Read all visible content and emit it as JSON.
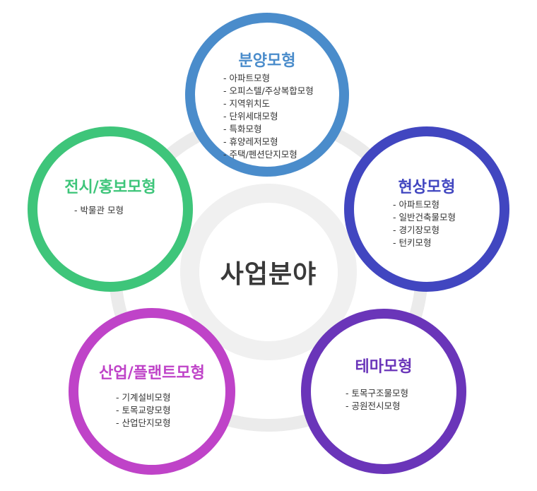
{
  "center": {
    "label": "사업분야"
  },
  "nodes": [
    {
      "id": "bunyang",
      "title": "분양모형",
      "color": "#4a8ccb",
      "items": [
        "아파트모형",
        "오피스텔/주상복합모형",
        "지역위치도",
        "단위세대모형",
        "특화모형",
        "휴양레저모형",
        "주택/펜션단지모형"
      ]
    },
    {
      "id": "hyeonsang",
      "title": "현상모형",
      "color": "#4146c0",
      "items": [
        "아파트모형",
        "일반건축물모형",
        "경기장모형",
        "턴키모형"
      ]
    },
    {
      "id": "tema",
      "title": "테마모형",
      "color": "#6a35b9",
      "items": [
        "토목구조물모형",
        "공원전시모형"
      ]
    },
    {
      "id": "saneop",
      "title": "산업/플랜트모형",
      "color": "#bf43c8",
      "items": [
        "기계설비모형",
        "토목교량모형",
        "산업단지모형"
      ]
    },
    {
      "id": "jeonsi",
      "title": "전시/홍보모형",
      "color": "#3ec57a",
      "items": [
        "박물관 모형"
      ]
    }
  ]
}
